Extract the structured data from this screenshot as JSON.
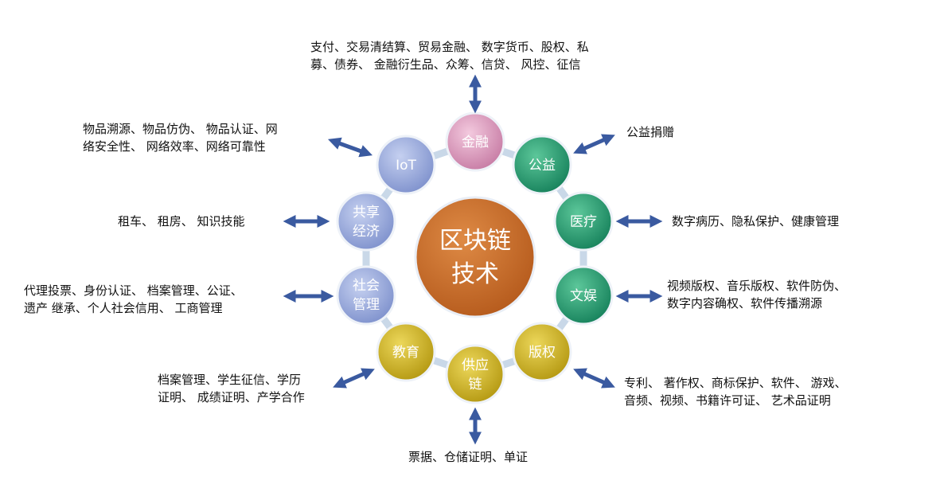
{
  "center": {
    "line1": "区块链",
    "line2": "技术"
  },
  "nodes": {
    "finance": {
      "line1": "金融",
      "line2": "",
      "color": "#d48ab0"
    },
    "iot": {
      "line1": "IoT",
      "line2": "",
      "color": "#8b9fd6"
    },
    "welfare": {
      "line1": "公益",
      "line2": "",
      "color": "#26956f"
    },
    "sharing": {
      "line1": "共享",
      "line2": "经济",
      "color": "#8b9fd6"
    },
    "medical": {
      "line1": "医疗",
      "line2": "",
      "color": "#26956f"
    },
    "social": {
      "line1": "社会",
      "line2": "管理",
      "color": "#8b9fd6"
    },
    "entertainment": {
      "line1": "文娱",
      "line2": "",
      "color": "#26956f"
    },
    "education": {
      "line1": "教育",
      "line2": "",
      "color": "#c9ae1c"
    },
    "supply": {
      "line1": "供应",
      "line2": "链",
      "color": "#c9ae1c"
    },
    "copyright": {
      "line1": "版权",
      "line2": "",
      "color": "#c9ae1c"
    }
  },
  "descriptions": {
    "finance": {
      "line1": "支付、交易清结算、贸易金融、 数字货币、股权、私",
      "line2": "募、债券、 金融衍生品、众筹、信贷、 风控、征信"
    },
    "iot": {
      "line1": "物品溯源、物品仿伪、 物品认证、网",
      "line2": "络安全性、 网络效率、网络可靠性"
    },
    "welfare": {
      "line1": "公益捐赠",
      "line2": ""
    },
    "sharing": {
      "line1": "租车、 租房、 知识技能",
      "line2": ""
    },
    "medical": {
      "line1": "数字病历、隐私保护、健康管理",
      "line2": ""
    },
    "social": {
      "line1": "代理投票、身份认证、 档案管理、公证、",
      "line2": "遗产 继承、个人社会信用、 工商管理"
    },
    "entertainment": {
      "line1": "视频版权、音乐版权、软件防伪、",
      "line2": "数字内容确权、软件传播溯源"
    },
    "education": {
      "line1": "档案管理、学生征信、学历",
      "line2": "证明、 成绩证明、产学合作"
    },
    "supply": {
      "line1": "票据、仓储证明、单证",
      "line2": ""
    },
    "copyright": {
      "line1": "专利、 著作权、商标保护、软件、 游戏、",
      "line2": "音频、视频、书籍许可证、 艺术品证明"
    }
  },
  "colors": {
    "ring": "#c9d8e8",
    "center": "#c56a28",
    "arrow": "#3a5aa0"
  }
}
